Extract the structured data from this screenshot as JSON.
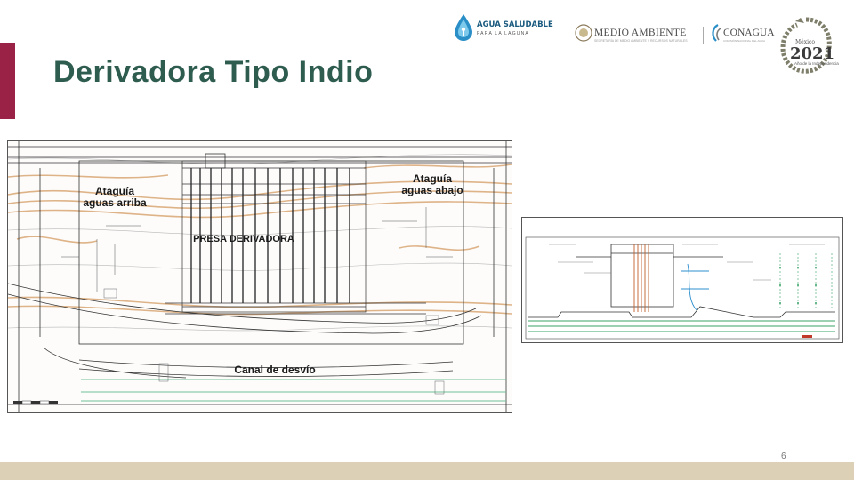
{
  "slide": {
    "title": "Derivadora Tipo Indio",
    "page_number": "6"
  },
  "logos": {
    "agua_title": "AGUA SALUDABLE",
    "agua_subtitle": "PARA LA LAGUNA",
    "medio_title": "MEDIO AMBIENTE",
    "medio_subtitle": "SECRETARÍA DE MEDIO AMBIENTE Y RECURSOS NATURALES",
    "conagua_title": "CONAGUA",
    "conagua_subtitle": "COMISIÓN NACIONAL DEL AGUA",
    "emblem_top": "México",
    "emblem_year": "2021",
    "emblem_bottom": "Año de la Independencia"
  },
  "plan_drawing": {
    "label_upstream": "Ataguía aguas arriba",
    "label_upstream_l1": "Ataguía",
    "label_upstream_l2": "aguas arriba",
    "label_downstream_l1": "Ataguía",
    "label_downstream_l2": "aguas abajo",
    "label_dam": "PRESA DERIVADORA",
    "label_canal": "Canal de desvío"
  },
  "colors": {
    "accent": "#9b2247",
    "title": "#2e5c4f",
    "contour": "#d9a774",
    "footer": "#dcd0b6"
  }
}
